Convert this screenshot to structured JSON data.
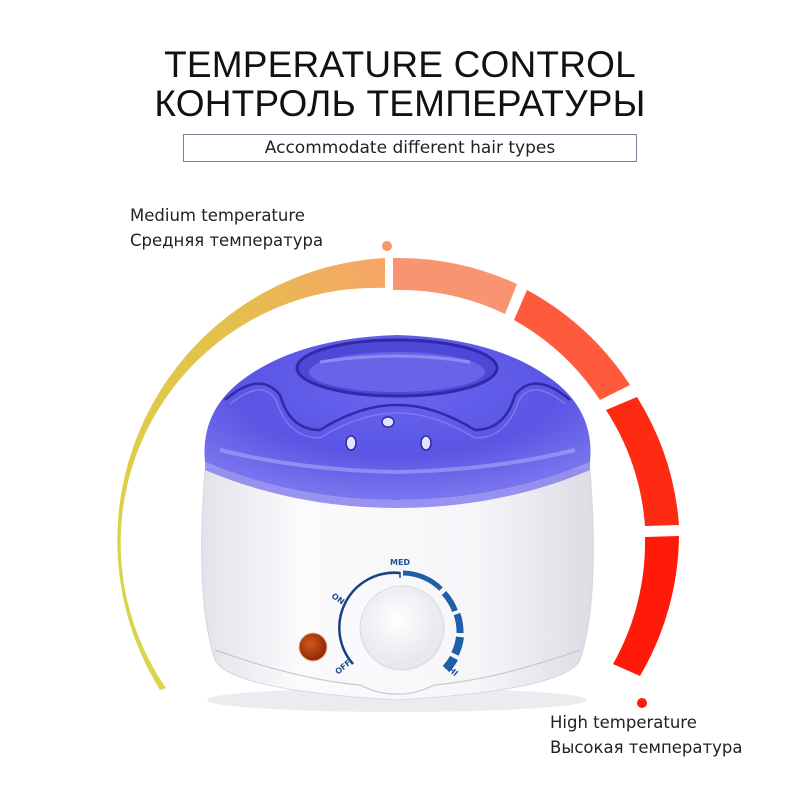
{
  "header": {
    "title_en": "TEMPERATURE CONTROL",
    "title_ru": "КОНТРОЛЬ ТЕМПЕРАТУРЫ",
    "subtitle": "Accommodate different hair types"
  },
  "labels": {
    "medium": {
      "en": "Medium temperature",
      "ru": "Средняя температура"
    },
    "high": {
      "en": "High temperature",
      "ru": "Высокая температура"
    }
  },
  "product": {
    "name": "wax warmer",
    "lid_color": "#5b57e6",
    "body_color": "#f2f2f6",
    "indicator_light_color": "#b23a0c",
    "dial": {
      "labels": [
        "OFF",
        "ON",
        "MED",
        "HI"
      ]
    }
  },
  "gauge": {
    "colors": {
      "low": "#d8d040",
      "medium": "#f7a070",
      "high": "#ff1a0a"
    },
    "segments": 5
  }
}
